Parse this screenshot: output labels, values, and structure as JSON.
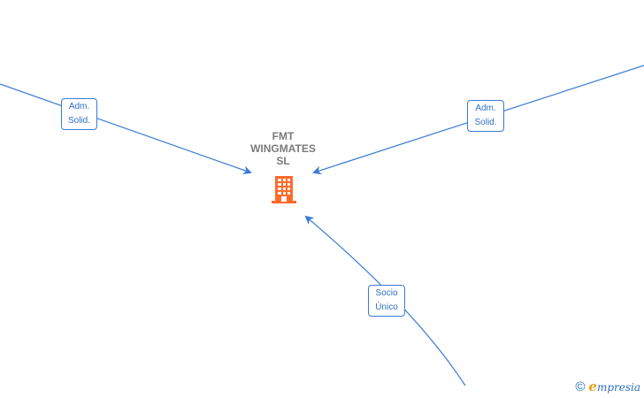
{
  "company": {
    "name": "FMT\nWINGMATES\nSL",
    "icon": "building-icon",
    "icon_color": "#ff6a2a"
  },
  "edges": [
    {
      "id": "left",
      "label": "Adm.\nSolid."
    },
    {
      "id": "right",
      "label": "Adm.\nSolid."
    },
    {
      "id": "bottom",
      "label": "Socio\nÚnico"
    }
  ],
  "edge_color": "#3a7bd5",
  "watermark": {
    "symbol": "©",
    "brand_initial": "e",
    "brand_rest": "mpresia"
  }
}
